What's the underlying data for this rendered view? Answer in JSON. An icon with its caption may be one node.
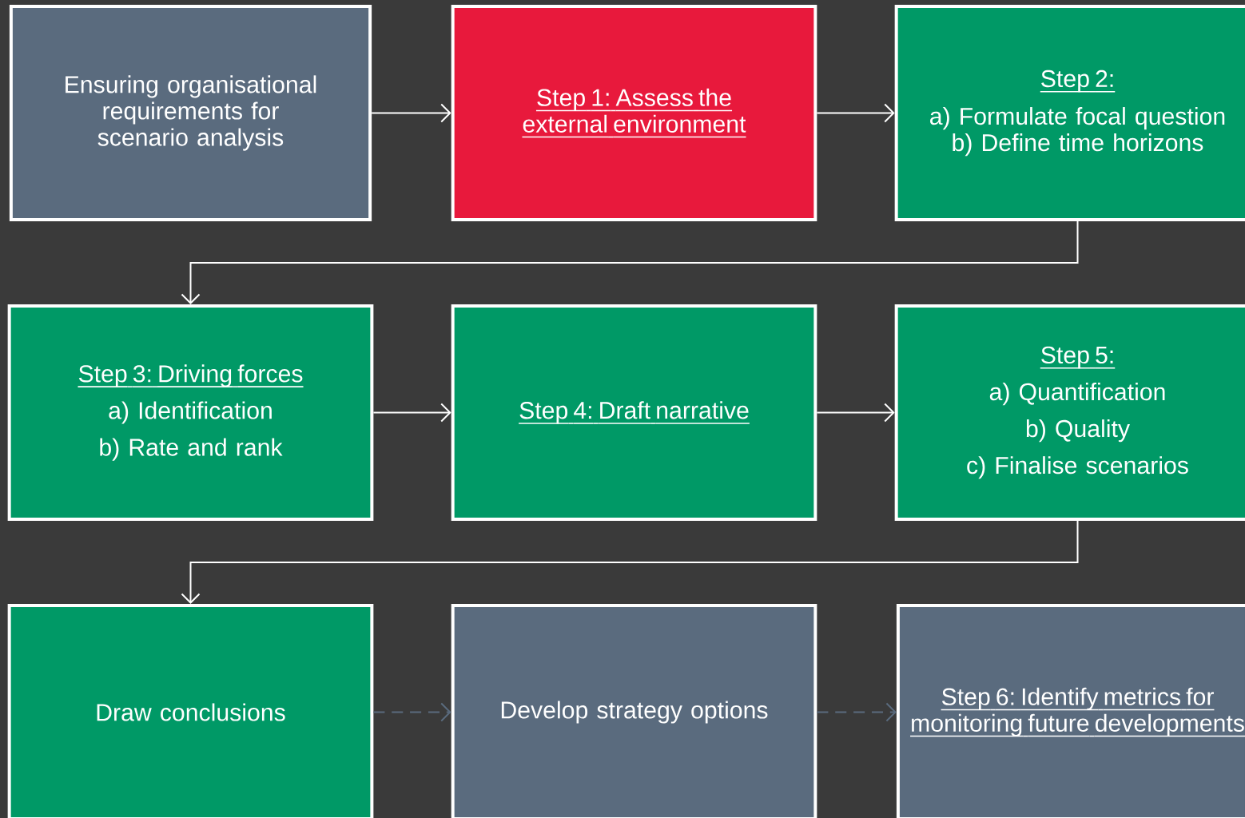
{
  "diagram": {
    "nodes": [
      {
        "text": [
          "Ensuring organisational requirements for scenario analysis"
        ]
      },
      {
        "text": [
          "Step 1: Assess the external environment"
        ]
      },
      {
        "text": [
          "Step 2:",
          "a) Formulate focal question",
          "b) Define time horizons"
        ]
      },
      {
        "text": [
          "Step 3: Driving forces",
          "a) Identification",
          "b) Rate and rank"
        ]
      },
      {
        "text": [
          "Step 4: Draft narrative"
        ]
      },
      {
        "text": [
          "Step 5:",
          "a) Quantification",
          "b) Quality",
          "c) Finalise scenarios"
        ]
      },
      {
        "text": [
          "Draw conclusions"
        ]
      },
      {
        "text": [
          "Develop strategy options"
        ]
      },
      {
        "text": [
          "Step 6: Identify metrics for monitoring future developments"
        ]
      }
    ],
    "edges": [
      {
        "from": 0,
        "to": 1,
        "arrow": "to"
      },
      {
        "from": 1,
        "to": 2,
        "arrow": "to"
      },
      {
        "from": 2,
        "to": 3,
        "arrow": "to"
      },
      {
        "from": 3,
        "to": 4,
        "arrow": "to"
      },
      {
        "from": 4,
        "to": 5,
        "arrow": "to"
      },
      {
        "from": 5,
        "to": 6,
        "arrow": "to"
      },
      {
        "from": 6,
        "to": 7,
        "arrow": "to",
        "style": "dashed",
        "color": "#5a6b7e"
      },
      {
        "from": 7,
        "to": 8,
        "arrow": "to",
        "style": "dashed",
        "color": "#5a6b7e"
      }
    ]
  }
}
